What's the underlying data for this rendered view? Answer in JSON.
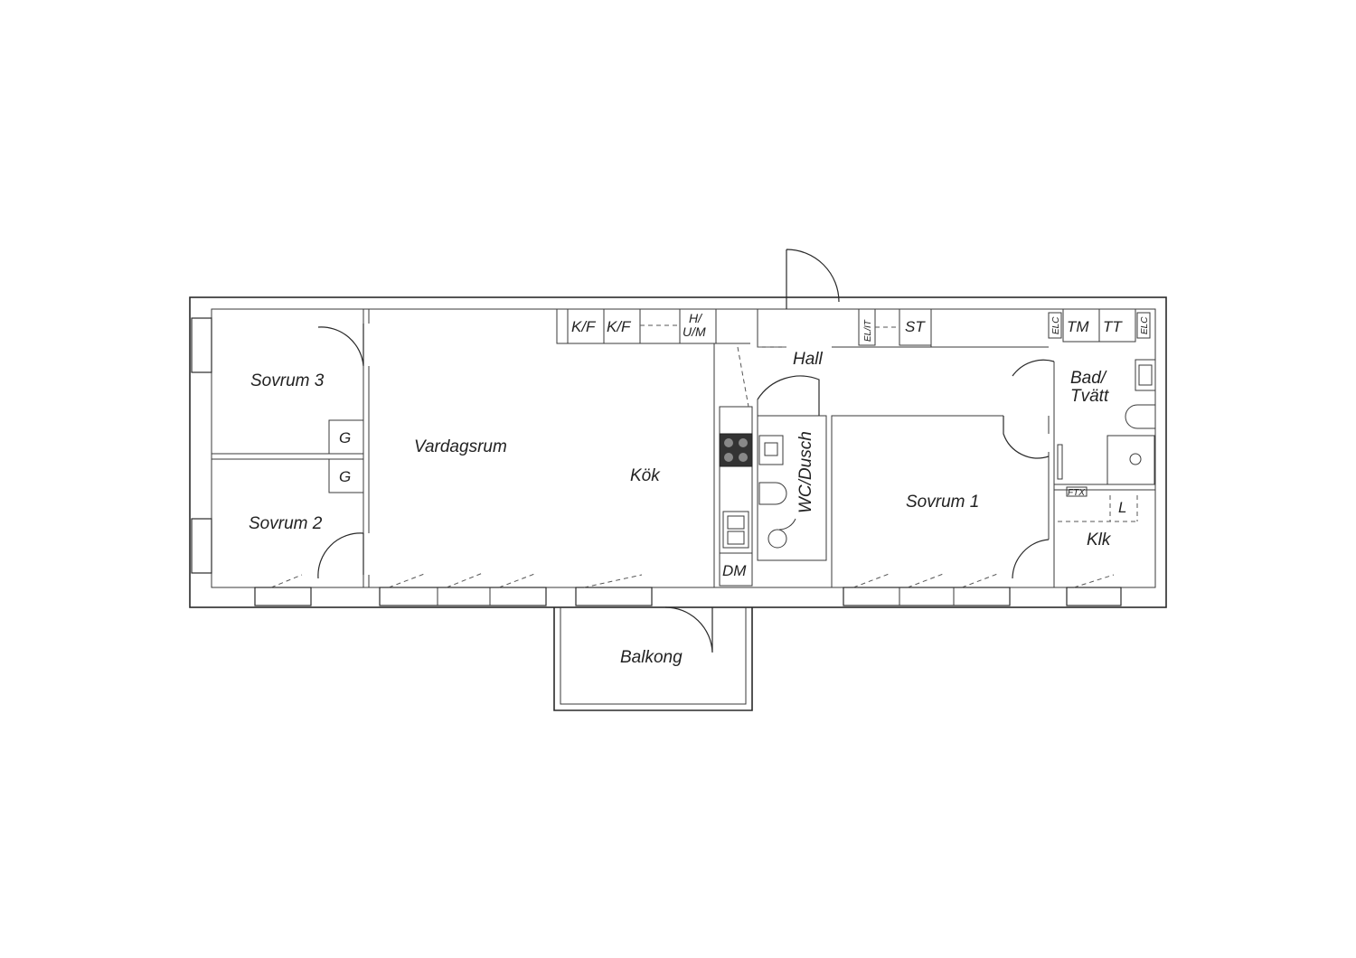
{
  "rooms": {
    "sovrum3": "Sovrum 3",
    "sovrum2": "Sovrum 2",
    "vardagsrum": "Vardagsrum",
    "kok": "Kök",
    "hall": "Hall",
    "wc_dusch": "WC/Dusch",
    "sovrum1": "Sovrum 1",
    "bad_line1": "Bad/",
    "bad_line2": "Tvätt",
    "klk": "Klk",
    "balkong": "Balkong"
  },
  "fixtures": {
    "g_upper": "G",
    "g_lower": "G",
    "kf1": "K/F",
    "kf2": "K/F",
    "hum_line1": "H/",
    "hum_line2": "U/M",
    "elit": "EL/IT",
    "st": "ST",
    "elc_left": "ELC",
    "tm": "TM",
    "tt": "TT",
    "elc_right": "ELC",
    "ftx": "FTX",
    "l": "L",
    "dm": "DM"
  }
}
